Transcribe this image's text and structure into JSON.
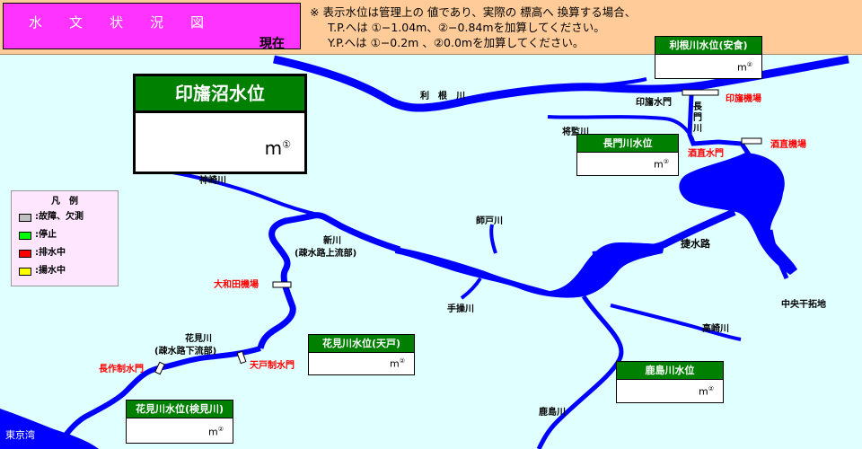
{
  "header": {
    "title": "水　　文　　状　　況　　図",
    "status_label": "現在",
    "note_lines": [
      "※ 表示水位は管理上の 値であり、実際の 標高へ 換算する場合、",
      "T.P.へは ①−1.04m、②−0.84mを加算してください。",
      "Y.P.へは ①−0.2m 、②0.0mを加算してください。"
    ]
  },
  "legend": {
    "title": "凡　例",
    "items": [
      {
        "label": ":故障、欠測",
        "color": "#c0c0c0"
      },
      {
        "label": ":停止",
        "color": "#00ff00"
      },
      {
        "label": ":排水中",
        "color": "#ff0000"
      },
      {
        "label": ":揚水中",
        "color": "#ffff00"
      }
    ]
  },
  "stations": {
    "inba": {
      "title": "印旛沼水位",
      "unit": "m",
      "mark": "①"
    },
    "tone": {
      "title": "利根川水位(安食)",
      "unit": "m",
      "mark": "②"
    },
    "nagato": {
      "title": "長門川水位",
      "unit": "m",
      "mark": "②"
    },
    "hanami_amado": {
      "title": "花見川水位(天戸)",
      "unit": "m",
      "mark": "②"
    },
    "kashima": {
      "title": "鹿島川水位",
      "unit": "m",
      "mark": "②"
    },
    "hanami_kemigawa": {
      "title": "花見川水位(検見川)",
      "unit": "m",
      "mark": "②"
    }
  },
  "map_labels": {
    "tone_river": "利　根　川",
    "inba_gate": "印旛水門",
    "inba_pump": "印旛機場",
    "nagato_river": [
      "長",
      "門",
      "川"
    ],
    "mura_river": "将監川",
    "sakai_gate": "酒直水門",
    "sakai_pump": "酒直機場",
    "kanzaki_river": "神崎川",
    "shin_river": "新川",
    "shin_river_sub": "(疎水路上流部)",
    "shiido_river": "師戸川",
    "suiro": "捷水路",
    "owada_pump": "大和田機場",
    "tekuri_river": "手操川",
    "chuo_kantaku": "中央干拓地",
    "takasaki_river": "高崎川",
    "hanami_river": "花見川",
    "hanami_river_sub": "(疎水路下流部)",
    "nagasaku_gate": "長作制水門",
    "amado_gate": "天戸制水門",
    "kashima_river": "鹿島川",
    "tokyo_bay": "東京湾"
  },
  "colors": {
    "water": "#0000ff",
    "background": "#e0ffff",
    "header": "#ffcc99",
    "title_bg": "#ff33ff",
    "station_header": "#008000",
    "gate_label": "#ff0000"
  }
}
